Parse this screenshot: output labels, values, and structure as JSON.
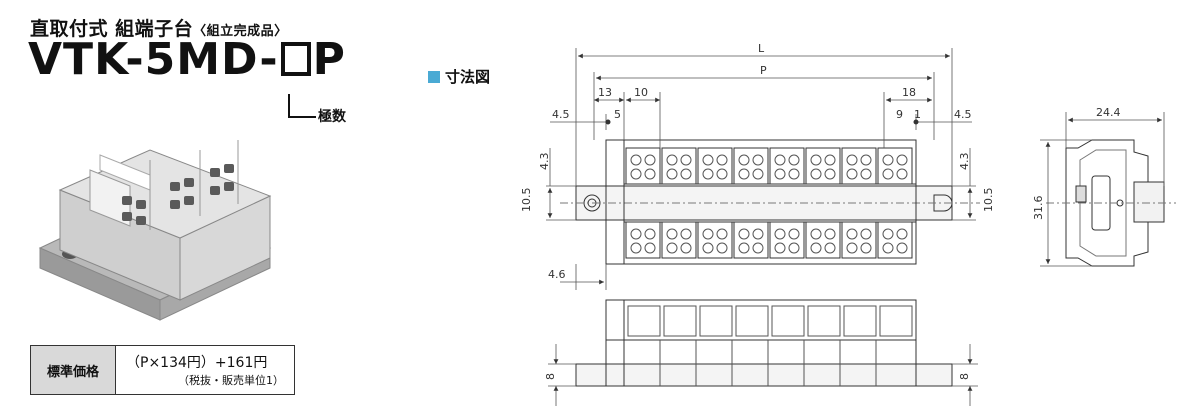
{
  "header": {
    "subtitle": "直取付式 組端子台",
    "subtitle_note": "〈組立完成品〉",
    "model_prefix": "VTK-5MD-",
    "model_suffix": "P",
    "pole_label": "極数"
  },
  "section_title": "寸法図",
  "price": {
    "header": "標準価格",
    "formula": "（P×134円）+161円",
    "note": "（税抜・販売単位1）"
  },
  "dimensions": {
    "L": "L",
    "P": "P",
    "d13": "13",
    "d10": "10",
    "d18": "18",
    "d45_left": "4.5",
    "d5": "5",
    "d9": "9",
    "d1": "1",
    "d45_right": "4.5",
    "d43_left": "4.3",
    "d105_left": "10.5",
    "d43_right": "4.3",
    "d105_right": "10.5",
    "d46": "4.6",
    "d244": "24.4",
    "d316": "31.6",
    "d8_left": "8",
    "d8_right": "8"
  },
  "colors": {
    "accent": "#4aaad4",
    "line": "#333333",
    "body_gray": "#c8c8c8"
  },
  "icons": {
    "section_marker": "blue-square-icon"
  }
}
